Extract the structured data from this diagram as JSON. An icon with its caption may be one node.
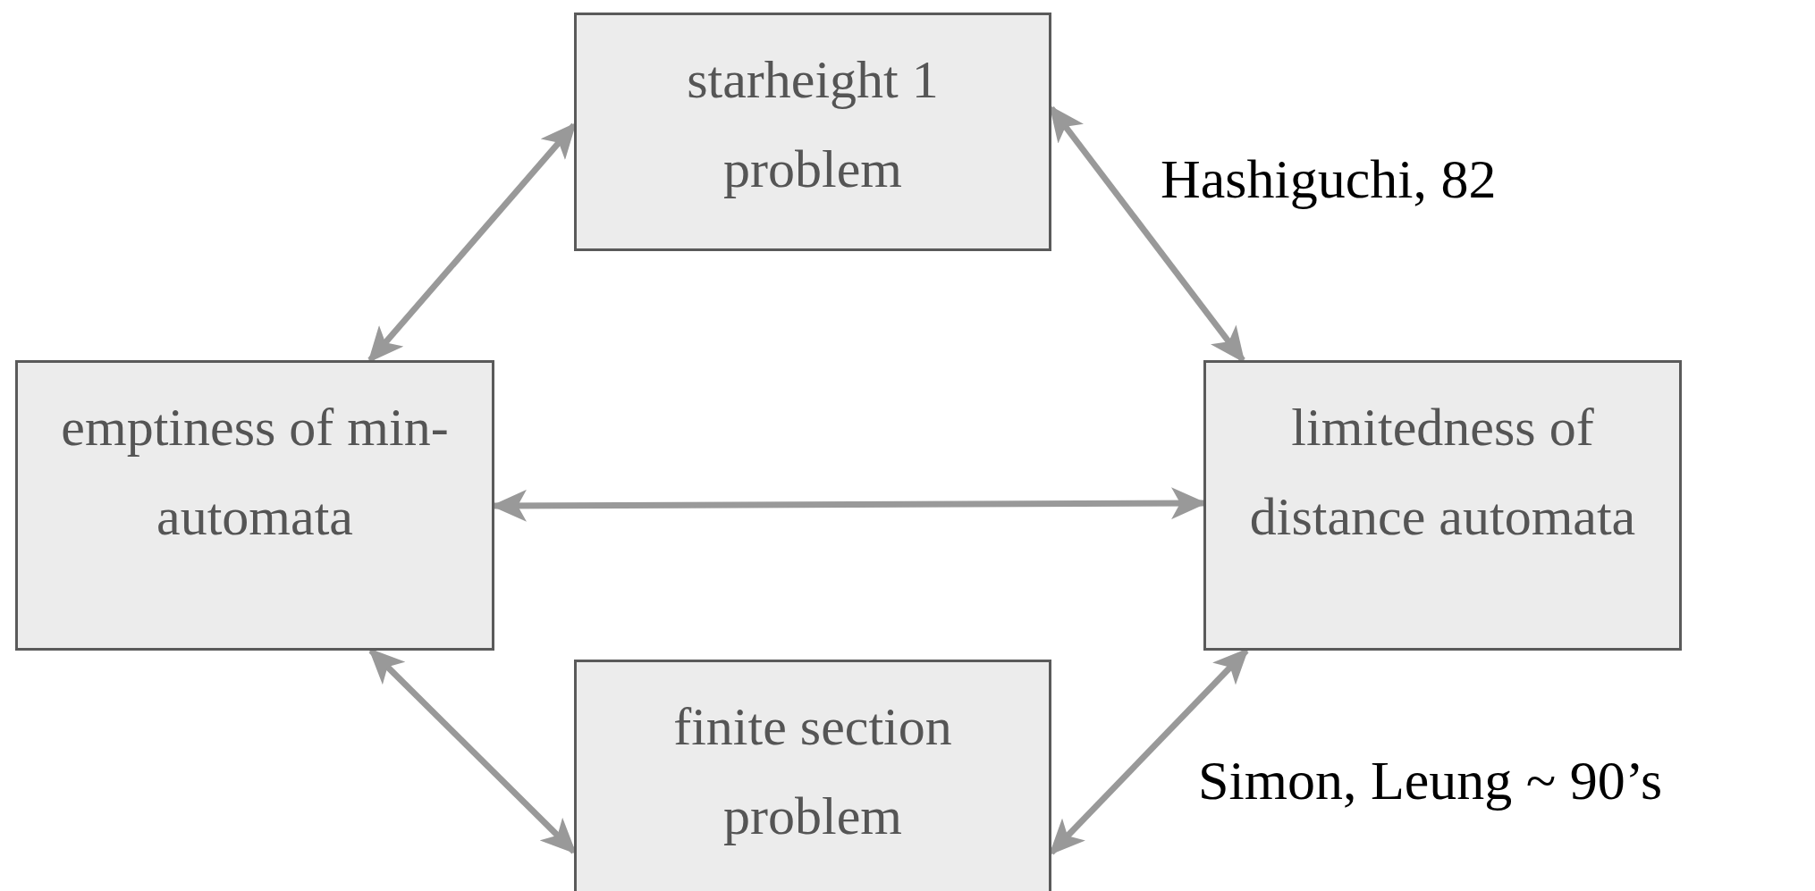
{
  "diagram": {
    "nodes": [
      {
        "text": [
          "starheight 1 problem"
        ]
      },
      {
        "text": [
          "emptiness of min-automata"
        ]
      },
      {
        "text": [
          "limitedness of distance automata"
        ]
      },
      {
        "text": [
          "finite section problem"
        ]
      }
    ],
    "edges": [
      {
        "from": 0,
        "to": 1,
        "arrow": "both"
      },
      {
        "from": 0,
        "to": 2,
        "arrow": "both"
      },
      {
        "from": 1,
        "to": 2,
        "arrow": "both"
      },
      {
        "from": 1,
        "to": 3,
        "arrow": "both"
      },
      {
        "from": 3,
        "to": 2,
        "arrow": "both"
      }
    ],
    "labels": [
      "Hashiguchi, 82",
      "Simon, Leung ~ 90’s"
    ]
  }
}
